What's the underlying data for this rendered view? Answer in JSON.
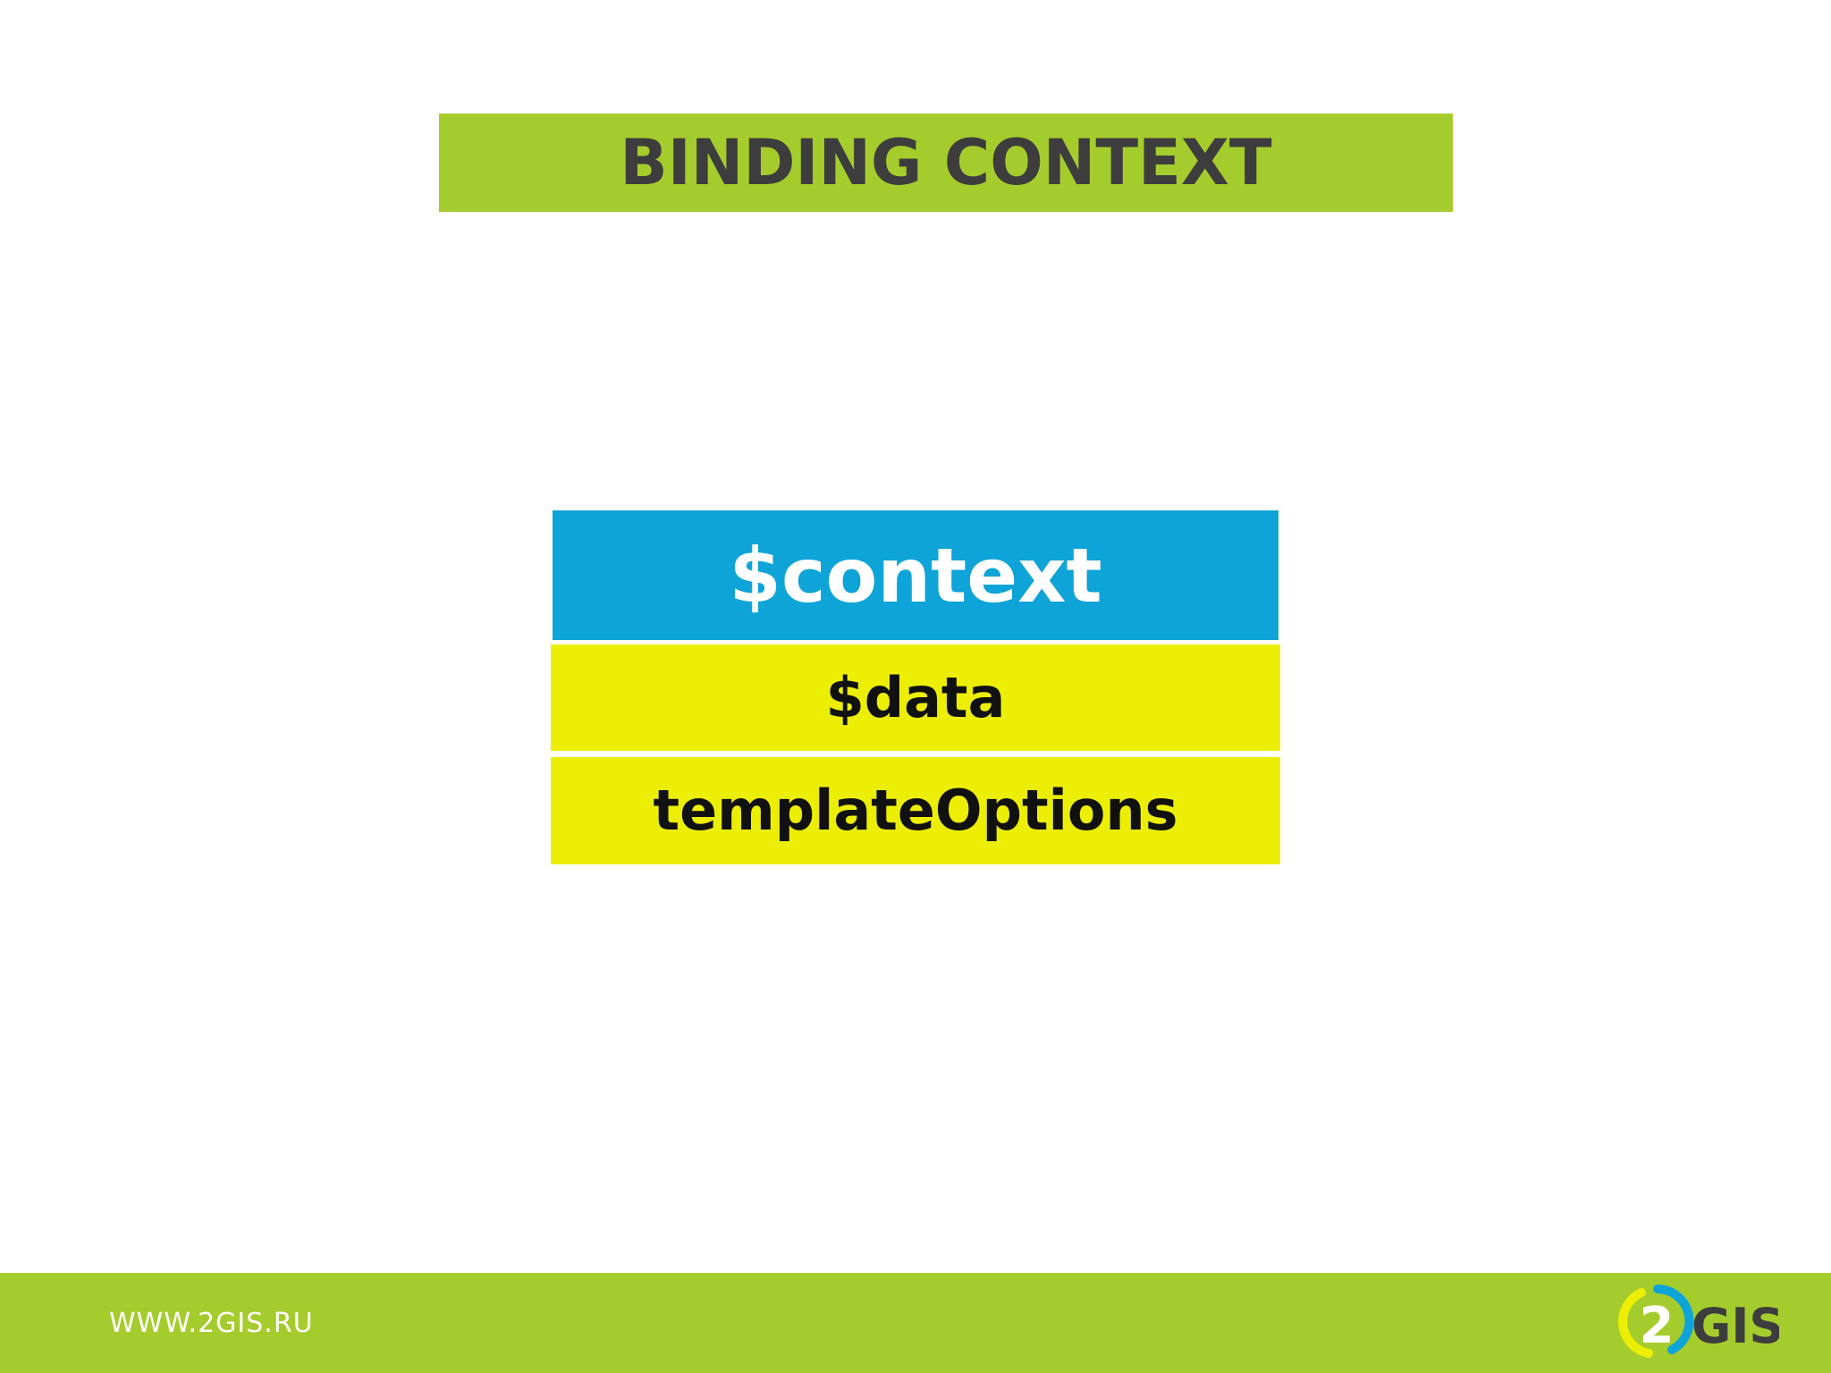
{
  "slide": {
    "title": "BINDING CONTEXT"
  },
  "diagram": {
    "context_label": "$context",
    "data_label": "$data",
    "options_label": "templateOptions"
  },
  "footer": {
    "url": "WWW.2GIS.RU",
    "logo_text": "2GIS"
  },
  "colors": {
    "accent_green": "#a5cc2d",
    "context_blue": "#0ea4d8",
    "item_yellow": "#ecef04"
  }
}
